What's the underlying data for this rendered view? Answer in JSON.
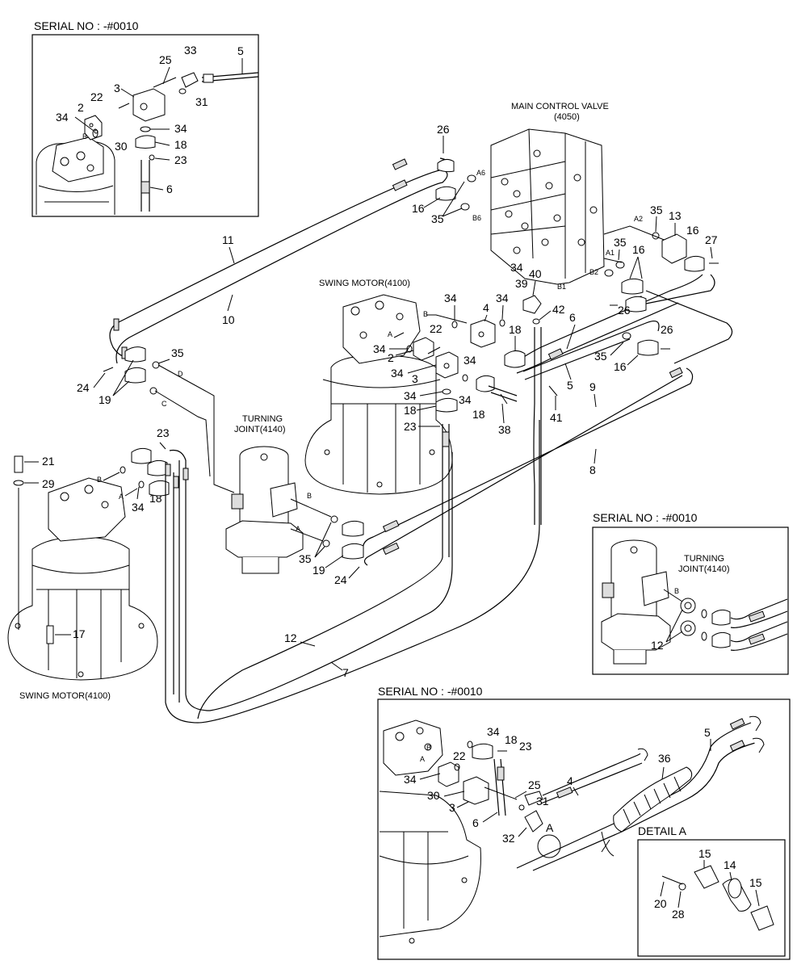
{
  "insets": {
    "top_left": {
      "serial": "SERIAL NO : -#0010"
    },
    "mid_right": {
      "serial": "SERIAL NO : -#0010",
      "turning_joint": "TURNING\nJOINT(4140)",
      "port": "B"
    },
    "bottom_right": {
      "serial": "SERIAL NO : -#0010",
      "detail_title": "DETAIL A",
      "detail_marker": "A"
    }
  },
  "component_titles": {
    "main_control_valve": "MAIN CONTROL VALVE",
    "main_control_valve_code": "(4050)",
    "swing_motor_upper": "SWING MOTOR(4100)",
    "swing_motor_lower": "SWING MOTOR(4100)",
    "turning_joint_line1": "TURNING",
    "turning_joint_line2": "JOINT(4140)"
  },
  "port_labels": [
    "A6",
    "B6",
    "A2",
    "A1",
    "B2",
    "B1",
    "A",
    "B",
    "D",
    "C"
  ],
  "part_numbers": {
    "p1": "5",
    "p2": "33",
    "p3": "25",
    "p4": "3",
    "p5": "22",
    "p6": "31",
    "p7": "2",
    "p8": "34",
    "p9": "34",
    "p10": "30",
    "p11": "18",
    "p12": "23",
    "p13": "6",
    "p14": "26",
    "p15": "16",
    "p16": "35",
    "p17": "11",
    "p18": "10",
    "p19": "35",
    "p20": "13",
    "p21": "16",
    "p22": "27",
    "p23": "35",
    "p24": "40",
    "p25": "39",
    "p26": "34",
    "p27": "4",
    "p28": "34",
    "p29": "42",
    "p30": "26",
    "p31": "6",
    "p32": "22",
    "p33": "34",
    "p34": "2",
    "p35": "18",
    "p36": "26",
    "p37": "34",
    "p38": "34",
    "p39": "3",
    "p40": "35",
    "p41": "16",
    "p42": "34",
    "p43": "34",
    "p44": "5",
    "p45": "24",
    "p46": "19",
    "p47": "35",
    "p48": "18",
    "p49": "9",
    "p50": "23",
    "p51": "18",
    "p52": "38",
    "p53": "41",
    "p54": "8",
    "p55": "21",
    "p56": "29",
    "p57": "23",
    "p58": "34",
    "p59": "18",
    "p60": "35",
    "p61": "19",
    "p62": "24",
    "p63": "17",
    "p64": "12",
    "p65": "7",
    "p66": "12",
    "p67": "34",
    "p68": "18",
    "p69": "23",
    "p70": "22",
    "p71": "5",
    "p72": "34",
    "p73": "36",
    "p74": "4",
    "p75": "25",
    "p76": "30",
    "p77": "3",
    "p78": "31",
    "p79": "6",
    "p80": "32",
    "p81": "15",
    "p82": "14",
    "p83": "15",
    "p84": "20",
    "p85": "28"
  }
}
